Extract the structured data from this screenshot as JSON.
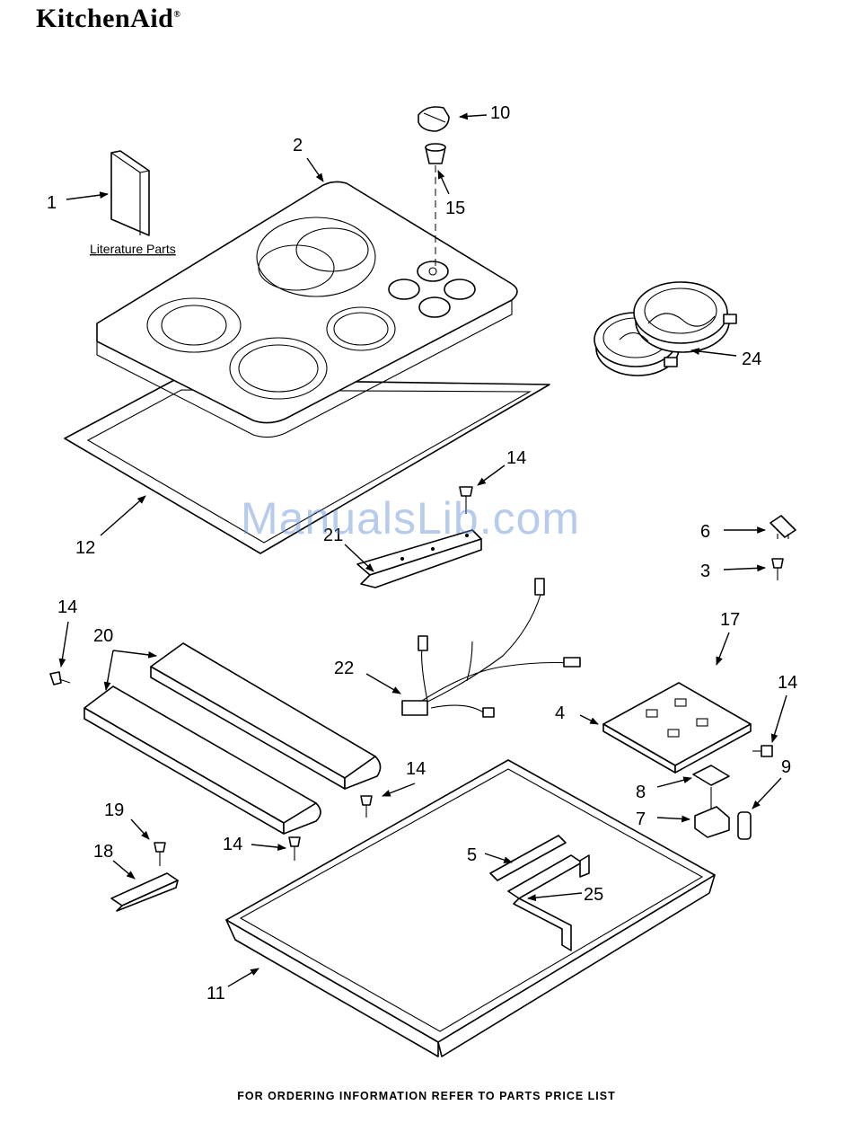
{
  "brand": {
    "logo_text": "KitchenAid",
    "registered": "®"
  },
  "watermark": "ManualsLib.com",
  "footer": "FOR ORDERING INFORMATION REFER TO PARTS PRICE LIST",
  "literature_label": "Literature Parts",
  "callouts": {
    "c1": "1",
    "c2": "2",
    "c10": "10",
    "c15": "15",
    "c24": "24",
    "c12": "12",
    "c14a": "14",
    "c21": "21",
    "c6": "6",
    "c3": "3",
    "c14b": "14",
    "c20": "20",
    "c22": "22",
    "c17": "17",
    "c4": "4",
    "c14c": "14",
    "c9": "9",
    "c14d": "14",
    "c8": "8",
    "c7": "7",
    "c19": "19",
    "c14e": "14",
    "c18": "18",
    "c5": "5",
    "c25": "25",
    "c11": "11"
  }
}
